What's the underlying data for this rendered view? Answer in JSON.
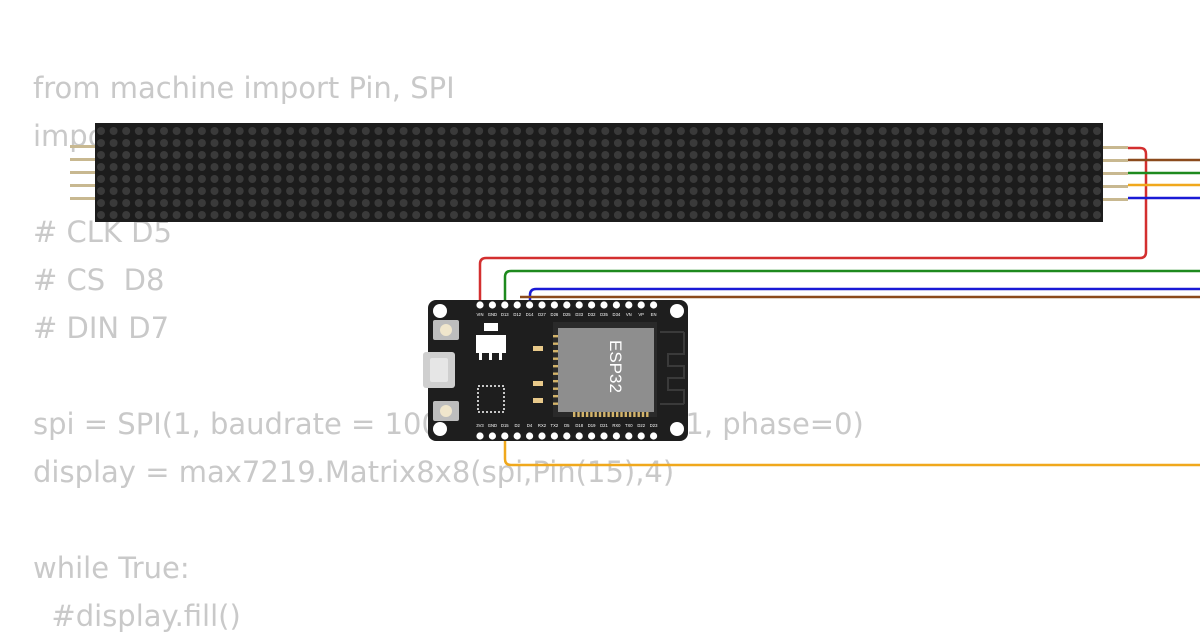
{
  "code": {
    "lines": [
      "from machine import Pin, SPI",
      "import max7219",
      "",
      "# CLK D5",
      "# CS  D8",
      "# DIN D7",
      "",
      "spi = SPI(1, baudrate = 10000000, polarity=1, phase=0)",
      "display = max7219.Matrix8x8(spi,Pin(15),4)",
      "",
      "while True:",
      "  #display.fill()"
    ]
  },
  "board": {
    "chip_label": "ESP32",
    "top_pins": [
      "VIN",
      "GND",
      "D13",
      "D12",
      "D14",
      "D27",
      "D26",
      "D25",
      "D33",
      "D32",
      "D35",
      "D34",
      "VN",
      "VP",
      "EN"
    ],
    "bottom_pins": [
      "3V3",
      "GND",
      "D15",
      "D2",
      "D4",
      "RX2",
      "TX2",
      "D5",
      "D18",
      "D19",
      "D21",
      "RX0",
      "TX0",
      "D22",
      "D23"
    ]
  },
  "colors": {
    "wire_vcc": "#d32f2f",
    "wire_gnd": "#1e8a1e",
    "wire_din": "#1a1ad6",
    "wire_cs": "#8b4a1c",
    "wire_clk": "#f0a81c",
    "matrix_bg": "#1c1c1c",
    "board_bg": "#1e1e1e"
  },
  "matrix": {
    "rows": 8,
    "cols": 80
  }
}
